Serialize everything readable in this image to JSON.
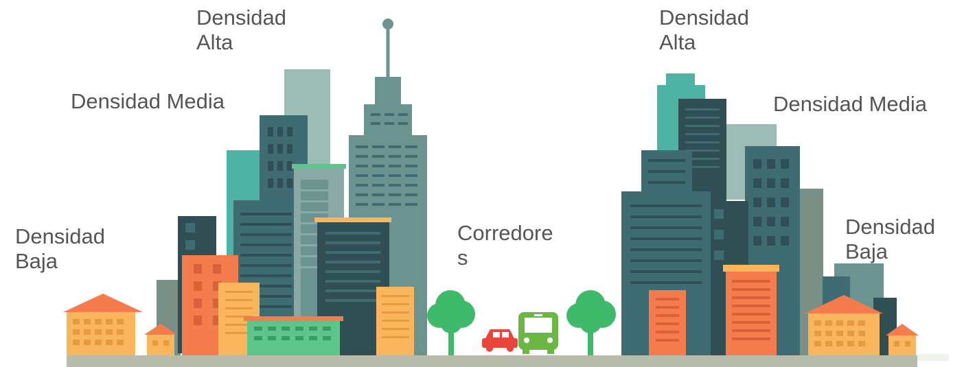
{
  "labels": {
    "left_high": "Densidad\nAlta",
    "left_medium": "Densidad Media",
    "left_low": "Densidad\nBaja",
    "corridors": "Corredore\ns",
    "right_high": "Densidad\nAlta",
    "right_medium": "Densidad Media",
    "right_low": "Densidad\nBaja"
  },
  "colors": {
    "text": "#555555",
    "dark_teal": "#2f4f54",
    "slate_teal": "#3f6b72",
    "mid_teal": "#6b9490",
    "light_teal": "#4fb3a4",
    "pale_teal": "#9dbcb5",
    "orange": "#f57c4c",
    "yellow": "#f9b65c",
    "green": "#5ec58a",
    "tree_green": "#3fb96a",
    "red_car": "#e8463a",
    "bus_green": "#6ab744",
    "ground": "#b8bcaa"
  },
  "icons": [
    "building-icon",
    "house-icon",
    "tree-icon",
    "car-icon",
    "bus-icon",
    "antenna-icon"
  ]
}
